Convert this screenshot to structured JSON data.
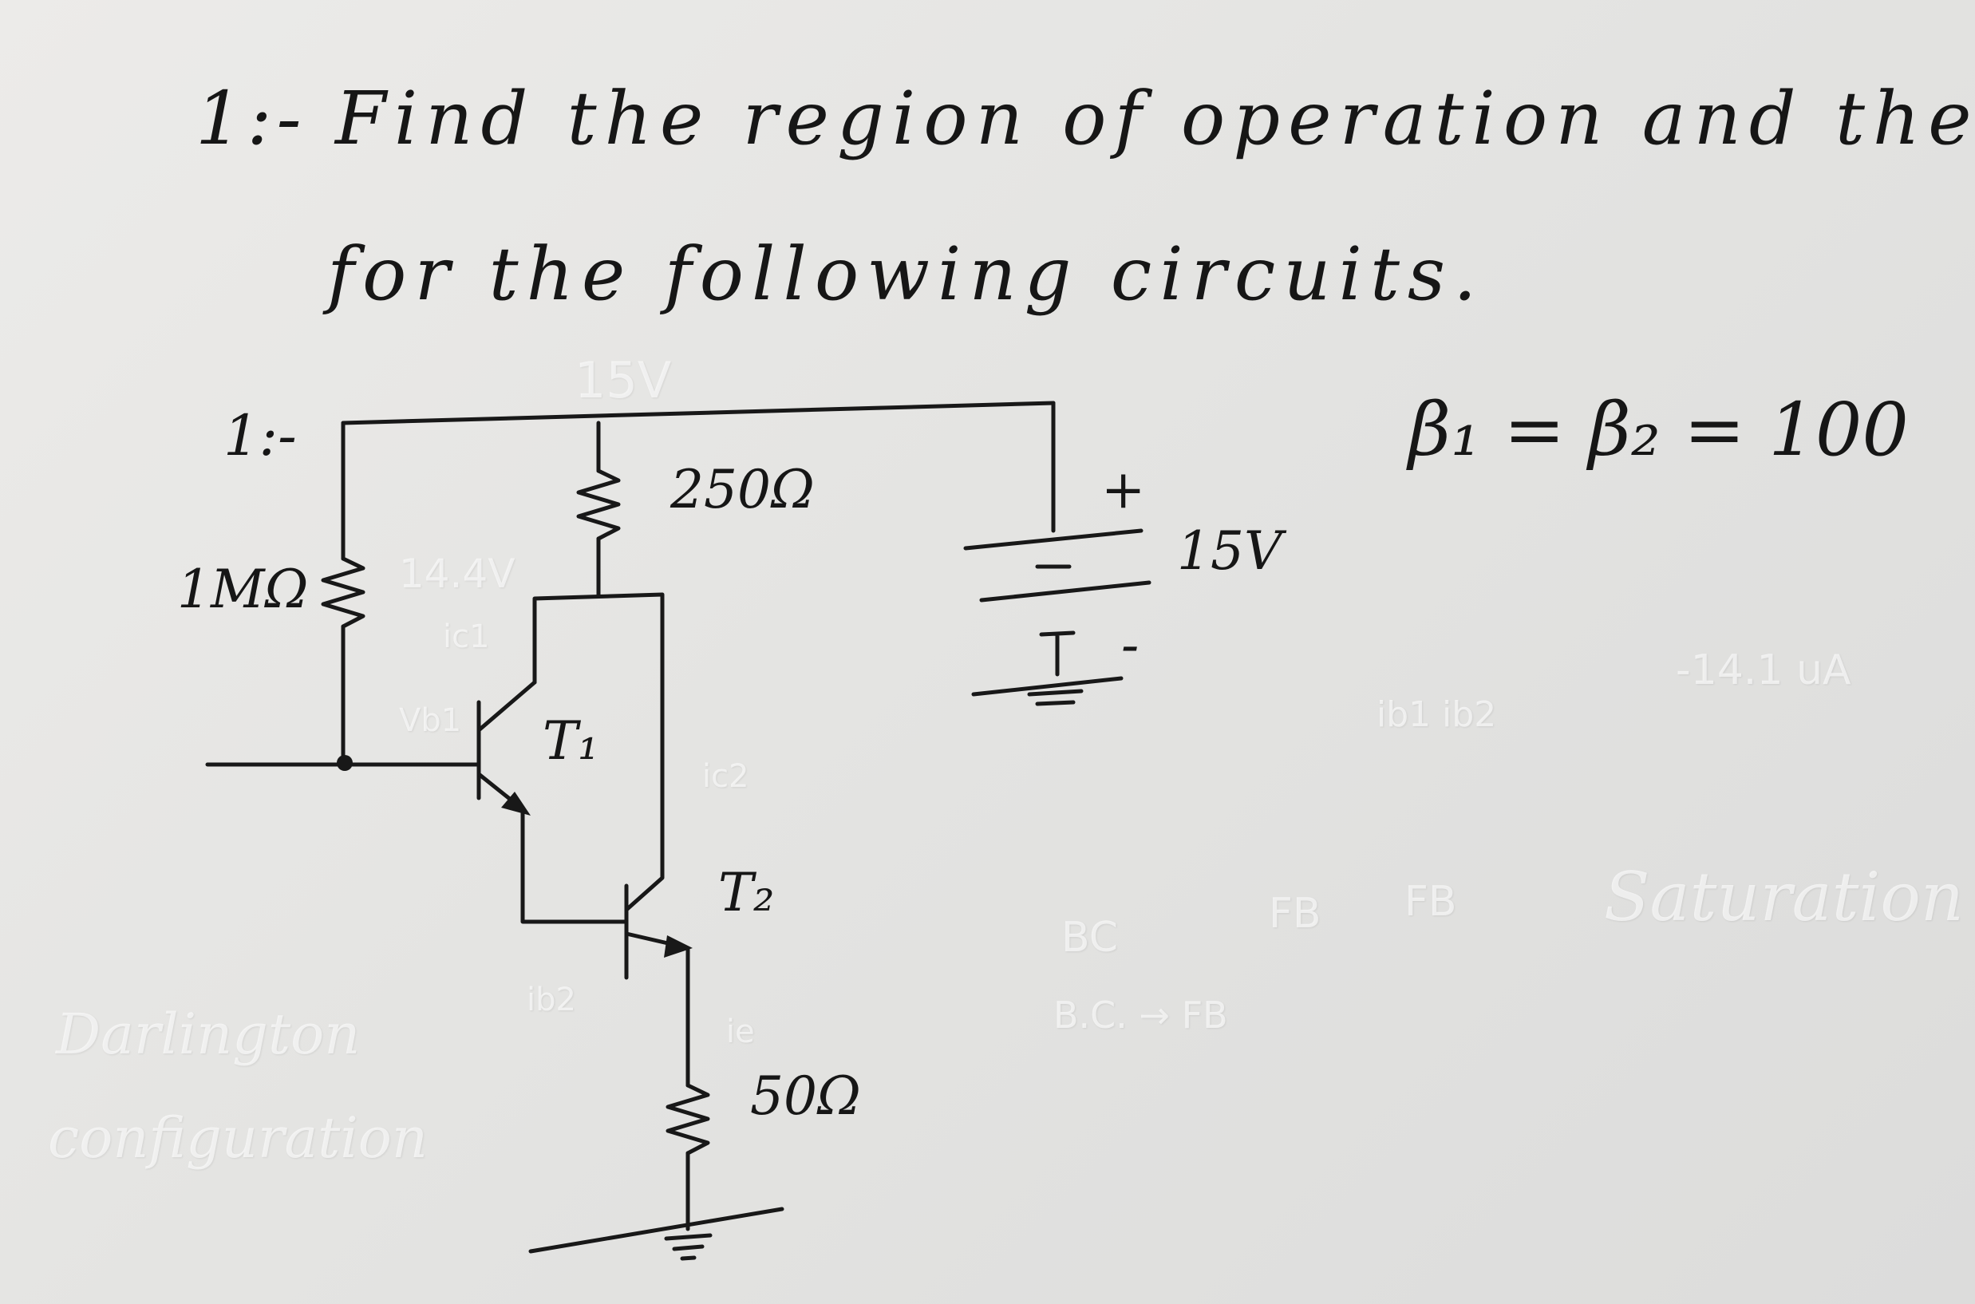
{
  "question": {
    "number": "1:-",
    "line1": "Find the region of operation and the",
    "line2": "for the following circuits."
  },
  "circuit1": {
    "label": "1:-",
    "components": {
      "rb": "1MΩ",
      "rc": "250Ω",
      "re": "50Ω",
      "supply": "15V",
      "plus": "+",
      "minus": "-",
      "t1": "T₁",
      "t2": "T₂"
    },
    "beta": "β₁ = β₂ = 100"
  },
  "faint_marks": {
    "top": "15V",
    "node": "14.4V",
    "ic1": "ic1",
    "ib1_node": "Vb1",
    "ic2": "ic2",
    "ib2": "ib2",
    "ie": "ie",
    "ib_labels": "ib1  ib2",
    "current": "-14.1 uA",
    "bc": "BC",
    "fb1": "FB",
    "fb2": "FB",
    "bc_fb": "B.C. → FB",
    "saturation": "Saturation",
    "darlington": "Darlington",
    "configuration": "configuration"
  }
}
